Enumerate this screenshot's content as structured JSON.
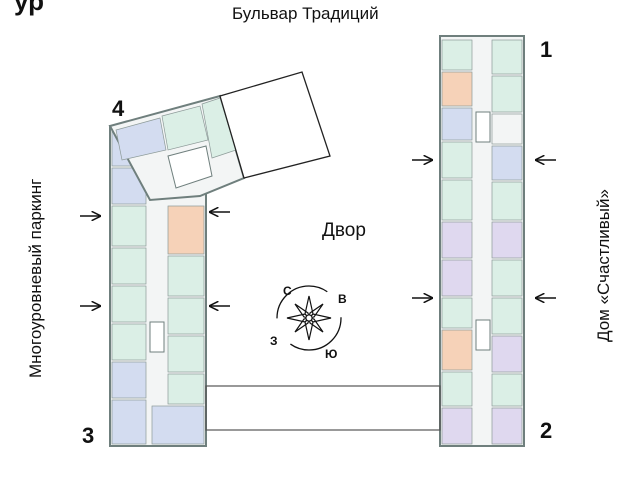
{
  "title_partial": "ур",
  "street_top": "Бульвар Традиций",
  "courtyard": "Двор",
  "parking_side": "Многоуровневый паркинг",
  "neighbour_side": "Дом «Счастливый»",
  "sections": {
    "s1": "1",
    "s2": "2",
    "s3": "3",
    "s4": "4"
  },
  "compass": {
    "north": "С",
    "east": "В",
    "south": "Ю",
    "west": "З"
  },
  "colors": {
    "outline": "#6f7f7d",
    "blue": "#d3dcf0",
    "green": "#dbefe6",
    "orange": "#f6d2b8",
    "lavender": "#dfd8ef",
    "corridor": "#f3f5f5",
    "wall": "#8c9a98"
  }
}
